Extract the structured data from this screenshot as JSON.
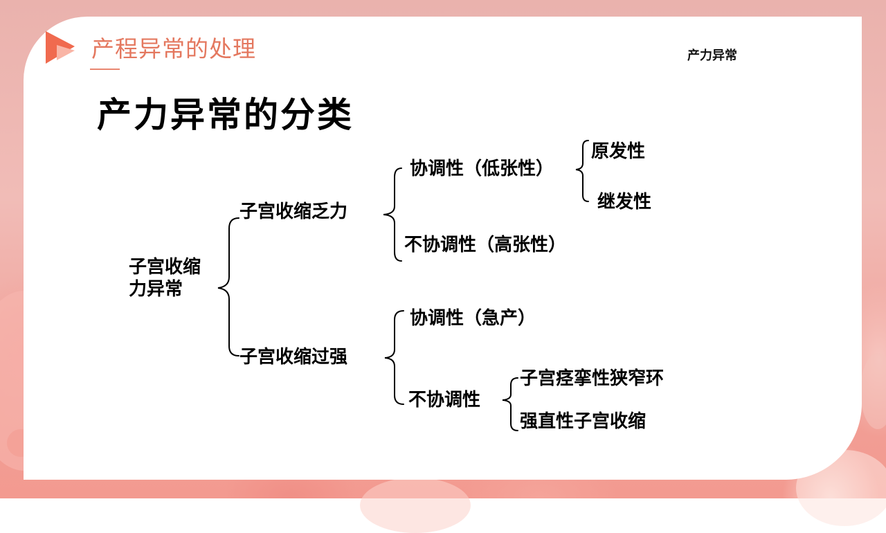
{
  "slide": {
    "section_title": "产程异常的处理",
    "corner_tag": "产力异常",
    "main_title": "产力异常的分类"
  },
  "tree": {
    "root": {
      "line1": "子宫收缩",
      "line2": "力异常"
    },
    "branches": [
      {
        "label": "子宫收缩乏力",
        "children": [
          {
            "label": "协调性（低张性）",
            "children": [
              "原发性",
              "继发性"
            ]
          },
          {
            "label": "不协调性（高张性）"
          }
        ]
      },
      {
        "label": "子宫收缩过强",
        "children": [
          {
            "label": "协调性（急产）"
          },
          {
            "label": "不协调性",
            "children": [
              "子宫痉挛性狭窄环",
              "强直性子宫收缩"
            ]
          }
        ]
      }
    ]
  },
  "colors": {
    "accent": "#e4785f",
    "logo_dark": "#f06a4f",
    "logo_light": "#f9b5a6",
    "background": "#f1b4ae",
    "card": "#ffffff",
    "text": "#000000"
  },
  "icons": {
    "logo": "play-triangle-icon"
  }
}
